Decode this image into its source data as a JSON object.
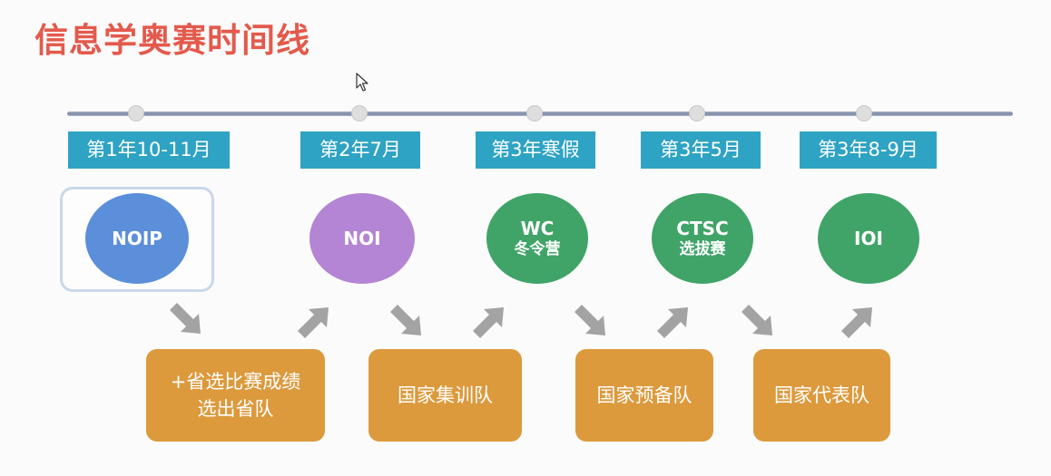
{
  "title": "信息学奥赛时间线",
  "timeline": {
    "dates": [
      "第1年10-11月",
      "第2年7月",
      "第3年寒假",
      "第3年5月",
      "第3年8-9月"
    ]
  },
  "stages": [
    {
      "main": "NOIP",
      "sub": "",
      "color": "#5b8fd9"
    },
    {
      "main": "NOI",
      "sub": "",
      "color": "#b485d4"
    },
    {
      "main": "WC",
      "sub": "冬令营",
      "color": "#40a468"
    },
    {
      "main": "CTSC",
      "sub": "选拔赛",
      "color": "#40a468"
    },
    {
      "main": "IOI",
      "sub": "",
      "color": "#40a468"
    }
  ],
  "teams": [
    {
      "line1": "+省选比赛成绩",
      "line2": "选出省队"
    },
    {
      "line1": "国家集训队",
      "line2": ""
    },
    {
      "line1": "国家预备队",
      "line2": ""
    },
    {
      "line1": "国家代表队",
      "line2": ""
    }
  ],
  "colors": {
    "title": "#e35a4c",
    "date_label": "#2fa3c4",
    "team_box": "#dc9a3d",
    "arrow": "#a3a3a3",
    "timeline": "#8f99b0"
  }
}
